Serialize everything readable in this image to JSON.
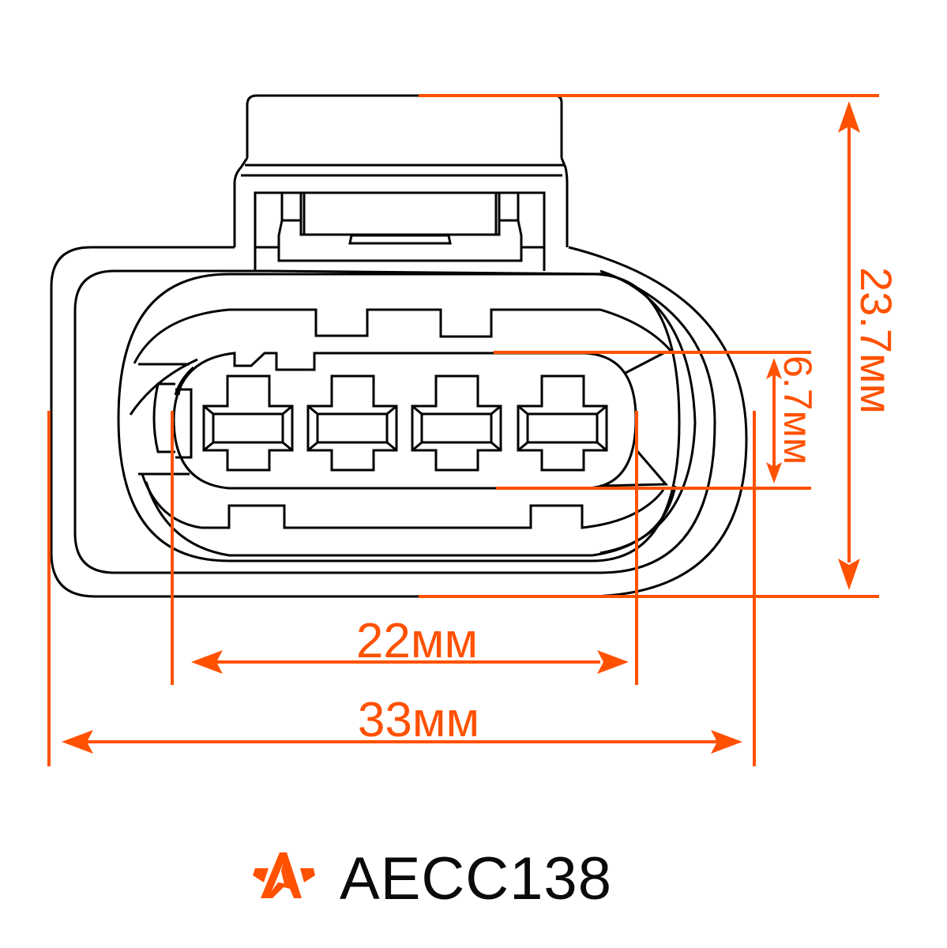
{
  "diagram": {
    "subject": "4-pin automotive connector, front view",
    "line_color": "#000000",
    "dimension_color": "#ff5100",
    "dimensions": {
      "height_total": {
        "label": "23.7мм",
        "orientation": "vertical"
      },
      "pin_row_height": {
        "label": "6.7мм",
        "orientation": "vertical"
      },
      "pin_row_width": {
        "label": "22мм",
        "orientation": "horizontal"
      },
      "width_total": {
        "label": "33мм",
        "orientation": "horizontal"
      }
    },
    "pins": {
      "count": 4
    }
  },
  "brand": {
    "logo_icon": "star-a-logo-icon",
    "logo_color": "#ff5100",
    "part_number": "AECC138"
  }
}
